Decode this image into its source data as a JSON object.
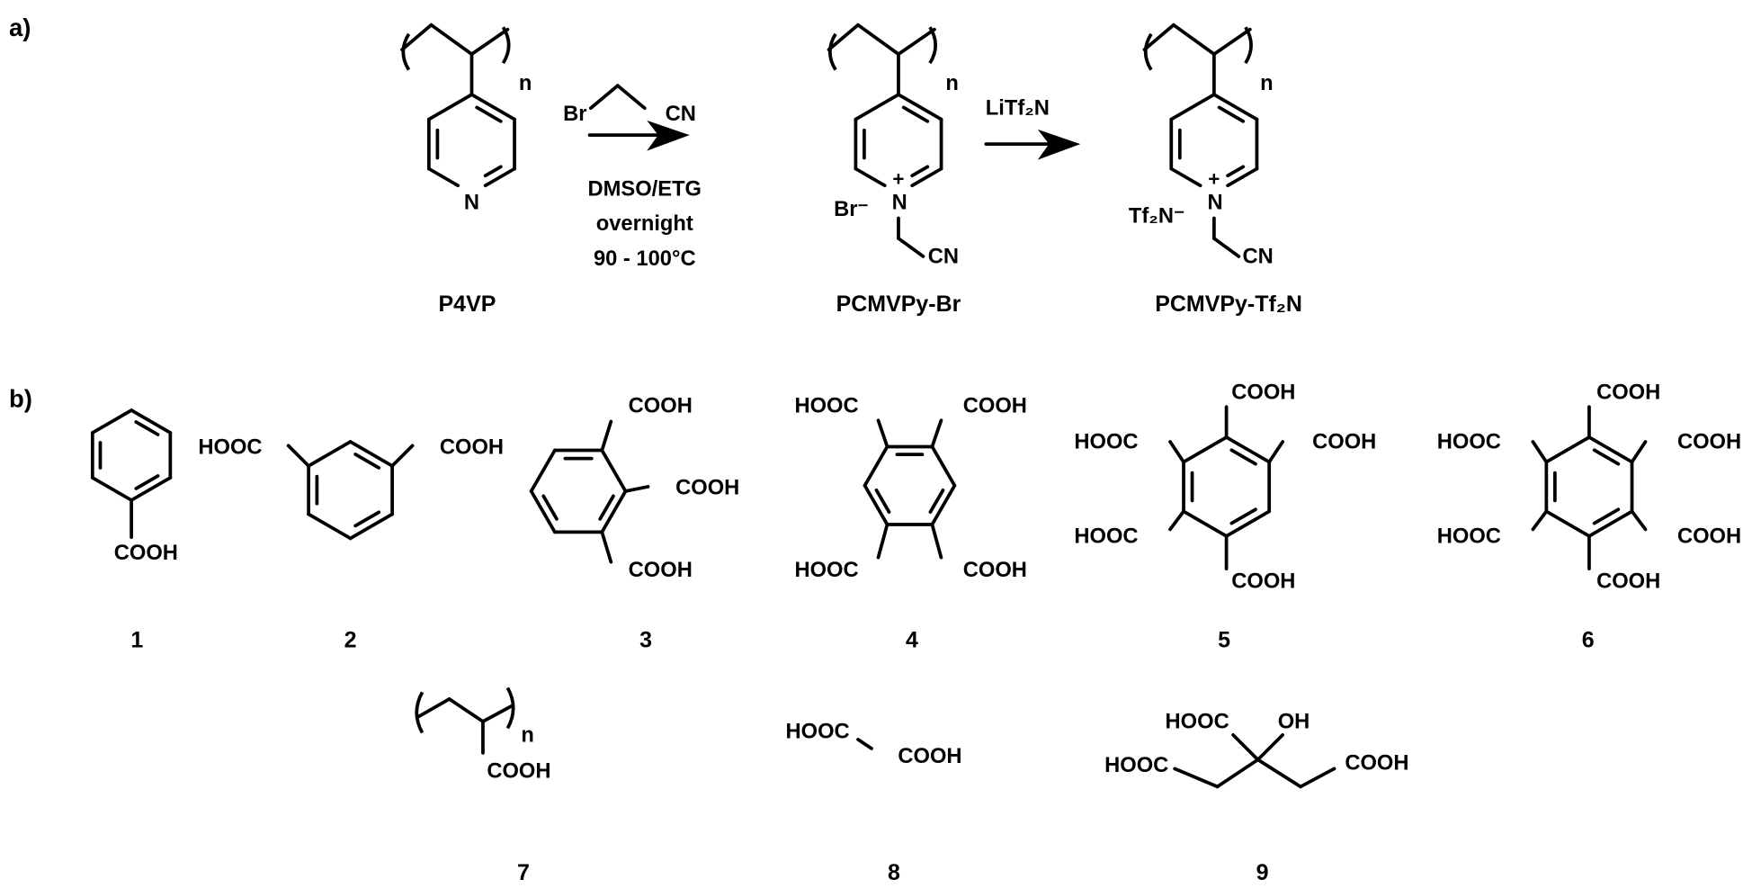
{
  "panel_a": {
    "label": "a)",
    "p4vp": {
      "name": "P4VP",
      "n": "n",
      "N": "N"
    },
    "reagent1": {
      "Br": "Br",
      "CN": "CN",
      "conditions": [
        "DMSO/ETG",
        "overnight",
        "90 - 100°C"
      ]
    },
    "pcmvpy_br": {
      "name": "PCMVPy-Br",
      "n": "n",
      "N": "N",
      "plus": "+",
      "anion": "Br⁻",
      "CN": "CN"
    },
    "reagent2": {
      "text": "LiTf₂N"
    },
    "pcmvpy_tf2n": {
      "name": "PCMVPy-Tf₂N",
      "n": "n",
      "N": "N",
      "plus": "+",
      "anion": "Tf₂N⁻",
      "CN": "CN"
    }
  },
  "panel_b": {
    "label": "b)",
    "c1": {
      "number": "1",
      "groups": [
        "COOH"
      ]
    },
    "c2": {
      "number": "2",
      "groups": [
        "HOOC",
        "COOH"
      ]
    },
    "c3": {
      "number": "3",
      "groups": [
        "COOH",
        "COOH",
        "COOH"
      ]
    },
    "c4": {
      "number": "4",
      "groups": [
        "HOOC",
        "COOH",
        "HOOC",
        "COOH"
      ]
    },
    "c5": {
      "number": "5",
      "groups": [
        "COOH",
        "HOOC",
        "COOH",
        "HOOC",
        "COOH"
      ]
    },
    "c6": {
      "number": "6",
      "groups": [
        "COOH",
        "HOOC",
        "COOH",
        "HOOC",
        "COOH",
        "COOH"
      ]
    },
    "c7": {
      "number": "7",
      "n": "n",
      "groups": [
        "COOH"
      ]
    },
    "c8": {
      "number": "8",
      "groups": [
        "HOOC",
        "COOH"
      ]
    },
    "c9": {
      "number": "9",
      "groups": [
        "HOOC",
        "OH",
        "HOOC",
        "COOH"
      ]
    }
  }
}
